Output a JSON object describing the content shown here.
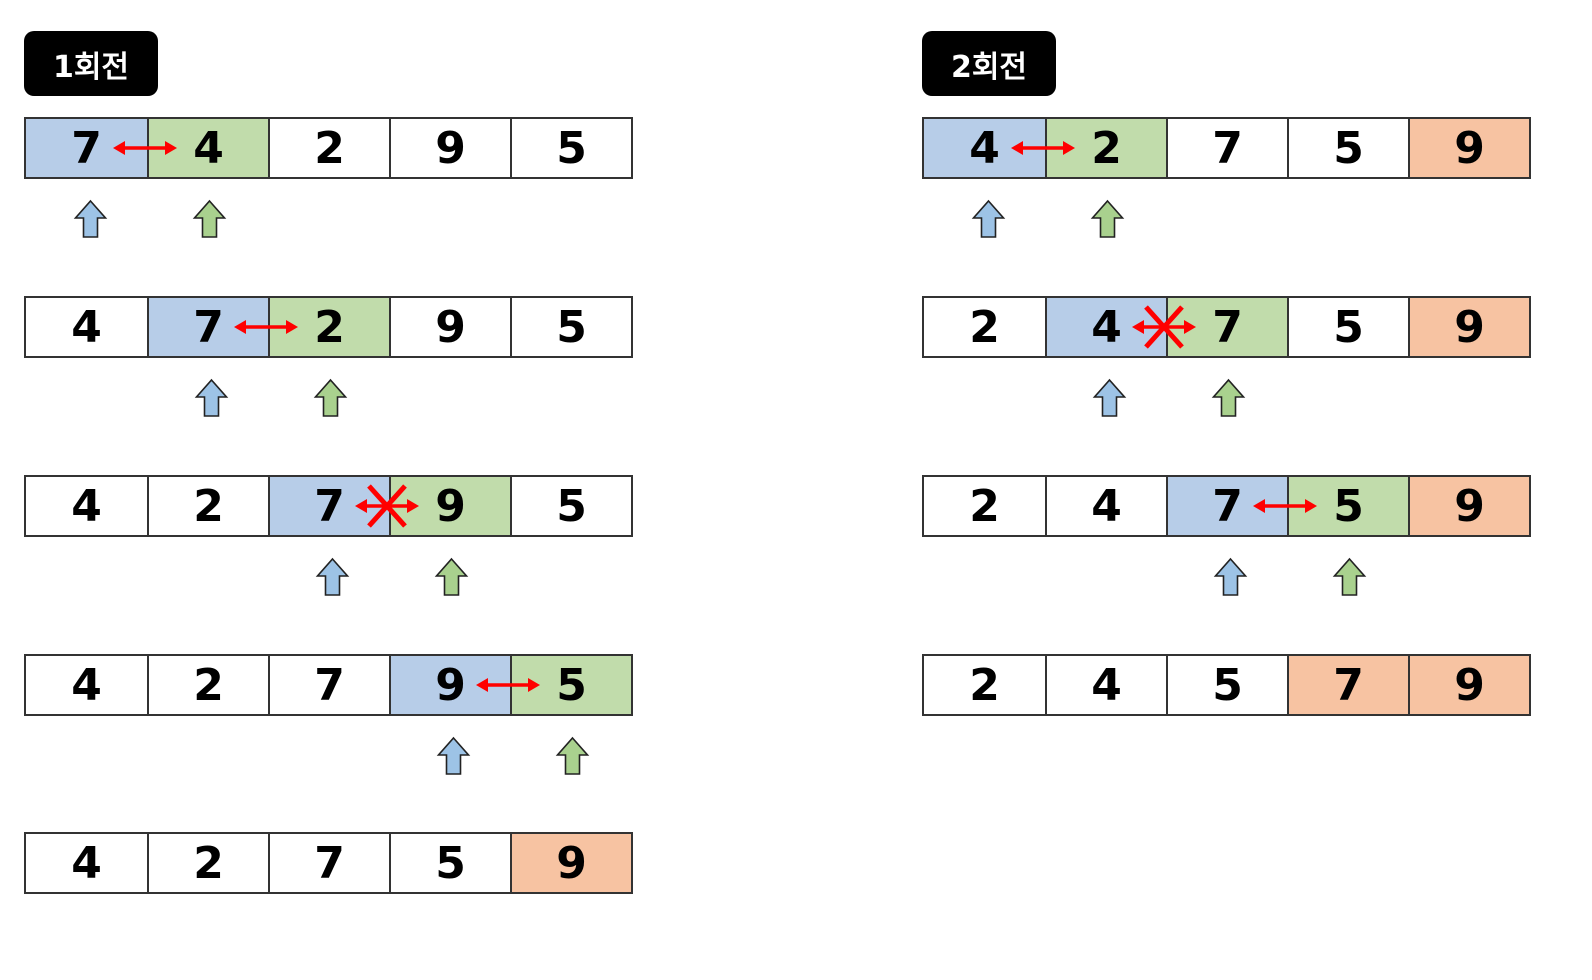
{
  "passes": [
    {
      "label": "1회전",
      "rows": [
        {
          "cells": [
            "7",
            "4",
            "2",
            "9",
            "5"
          ],
          "colors": [
            "blue",
            "green",
            "white",
            "white",
            "white"
          ],
          "compare": 0,
          "swap": true
        },
        {
          "cells": [
            "4",
            "7",
            "2",
            "9",
            "5"
          ],
          "colors": [
            "white",
            "blue",
            "green",
            "white",
            "white"
          ],
          "compare": 1,
          "swap": true
        },
        {
          "cells": [
            "4",
            "2",
            "7",
            "9",
            "5"
          ],
          "colors": [
            "white",
            "white",
            "blue",
            "green",
            "white"
          ],
          "compare": 2,
          "swap": false
        },
        {
          "cells": [
            "4",
            "2",
            "7",
            "9",
            "5"
          ],
          "colors": [
            "white",
            "white",
            "white",
            "blue",
            "green"
          ],
          "compare": 3,
          "swap": true
        },
        {
          "cells": [
            "4",
            "2",
            "7",
            "5",
            "9"
          ],
          "colors": [
            "white",
            "white",
            "white",
            "white",
            "orange"
          ],
          "compare": null,
          "swap": null
        }
      ]
    },
    {
      "label": "2회전",
      "rows": [
        {
          "cells": [
            "4",
            "2",
            "7",
            "5",
            "9"
          ],
          "colors": [
            "blue",
            "green",
            "white",
            "white",
            "orange"
          ],
          "compare": 0,
          "swap": true
        },
        {
          "cells": [
            "2",
            "4",
            "7",
            "5",
            "9"
          ],
          "colors": [
            "white",
            "blue",
            "green",
            "white",
            "orange"
          ],
          "compare": 1,
          "swap": false
        },
        {
          "cells": [
            "2",
            "4",
            "7",
            "5",
            "9"
          ],
          "colors": [
            "white",
            "white",
            "blue",
            "green",
            "orange"
          ],
          "compare": 2,
          "swap": true
        },
        {
          "cells": [
            "2",
            "4",
            "5",
            "7",
            "9"
          ],
          "colors": [
            "white",
            "white",
            "white",
            "orange",
            "orange"
          ],
          "compare": null,
          "swap": null
        }
      ]
    }
  ],
  "colors": {
    "compare_left": "#b7cde8",
    "compare_right": "#c1dcab",
    "sorted": "#f7c3a2",
    "swap_arrow": "#ff0000",
    "pointer_left": "#9dc3e6",
    "pointer_right": "#a9d18e",
    "badge_bg": "#000000"
  },
  "icons": {
    "swap": "double-arrow-icon",
    "no_swap": "cross-icon",
    "pointer": "up-arrow-icon"
  }
}
